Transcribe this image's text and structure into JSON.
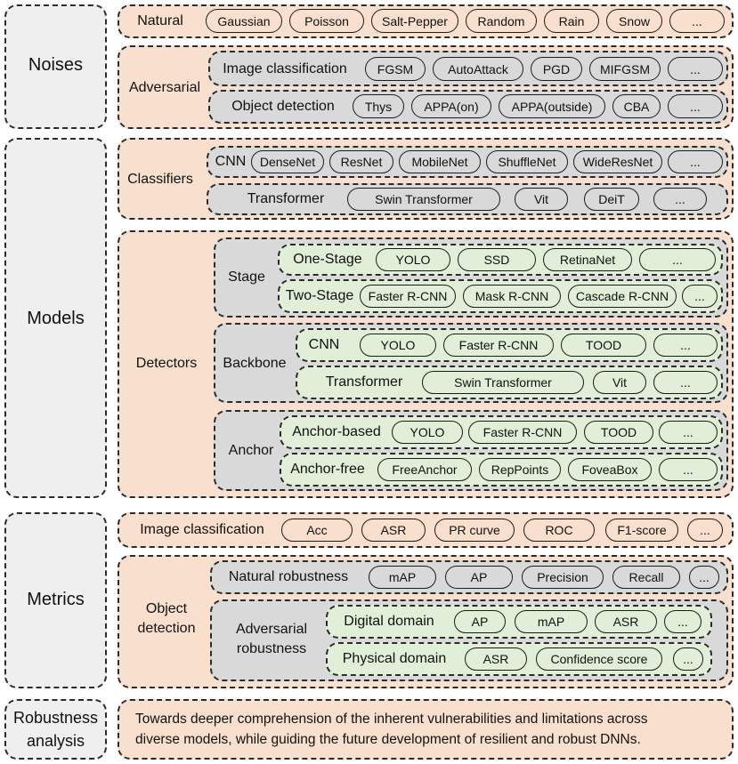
{
  "noises": {
    "title": "Noises",
    "natural": {
      "label": "Natural",
      "items": [
        "Gaussian",
        "Poisson",
        "Salt-Pepper",
        "Random",
        "Rain",
        "Snow",
        "..."
      ]
    },
    "adversarial": {
      "label": "Adversarial",
      "image_classification": {
        "label": "Image classification",
        "items": [
          "FGSM",
          "AutoAttack",
          "PGD",
          "MIFGSM",
          "..."
        ]
      },
      "object_detection": {
        "label": "Object detection",
        "items": [
          "Thys",
          "APPA(on)",
          "APPA(outside)",
          "CBA",
          "..."
        ]
      }
    }
  },
  "models": {
    "title": "Models",
    "classifiers": {
      "label": "Classifiers",
      "cnn": {
        "label": "CNN",
        "items": [
          "DenseNet",
          "ResNet",
          "MobileNet",
          "ShuffleNet",
          "WideResNet",
          "..."
        ]
      },
      "transformer": {
        "label": "Transformer",
        "items": [
          "Swin Transformer",
          "Vit",
          "DeiT",
          "..."
        ]
      }
    },
    "detectors": {
      "label": "Detectors",
      "stage": {
        "label": "Stage",
        "one_stage": {
          "label": "One-Stage",
          "items": [
            "YOLO",
            "SSD",
            "RetinaNet",
            "..."
          ]
        },
        "two_stage": {
          "label": "Two-Stage",
          "items": [
            "Faster R-CNN",
            "Mask R-CNN",
            "Cascade R-CNN",
            "..."
          ]
        }
      },
      "backbone": {
        "label": "Backbone",
        "cnn": {
          "label": "CNN",
          "items": [
            "YOLO",
            "Faster R-CNN",
            "TOOD",
            "..."
          ]
        },
        "transformer": {
          "label": "Transformer",
          "items": [
            "Swin Transformer",
            "Vit",
            "..."
          ]
        }
      },
      "anchor": {
        "label": "Anchor",
        "anchor_based": {
          "label": "Anchor-based",
          "items": [
            "YOLO",
            "Faster R-CNN",
            "TOOD",
            "..."
          ]
        },
        "anchor_free": {
          "label": "Anchor-free",
          "items": [
            "FreeAnchor",
            "RepPoints",
            "FoveaBox",
            "..."
          ]
        }
      }
    }
  },
  "metrics": {
    "title": "Metrics",
    "image_classification": {
      "label": "Image classification",
      "items": [
        "Acc",
        "ASR",
        "PR curve",
        "ROC",
        "F1-score",
        "..."
      ]
    },
    "object_detection": {
      "label_line1": "Object",
      "label_line2": "detection",
      "natural_robustness": {
        "label": "Natural robustness",
        "items": [
          "mAP",
          "AP",
          "Precision",
          "Recall",
          "..."
        ]
      },
      "adversarial_robustness": {
        "label_line1": "Adversarial",
        "label_line2": "robustness",
        "digital_domain": {
          "label": "Digital domain",
          "items": [
            "AP",
            "mAP",
            "ASR",
            "..."
          ]
        },
        "physical_domain": {
          "label": "Physical domain",
          "items": [
            "ASR",
            "Confidence score",
            "..."
          ]
        }
      }
    }
  },
  "robustness_analysis": {
    "title_line1": "Robustness",
    "title_line2": "analysis",
    "text_line1": "Towards deeper comprehension of the inherent vulnerabilities and limitations across",
    "text_line2": "diverse models, while guiding the future development of resilient and robust DNNs."
  }
}
